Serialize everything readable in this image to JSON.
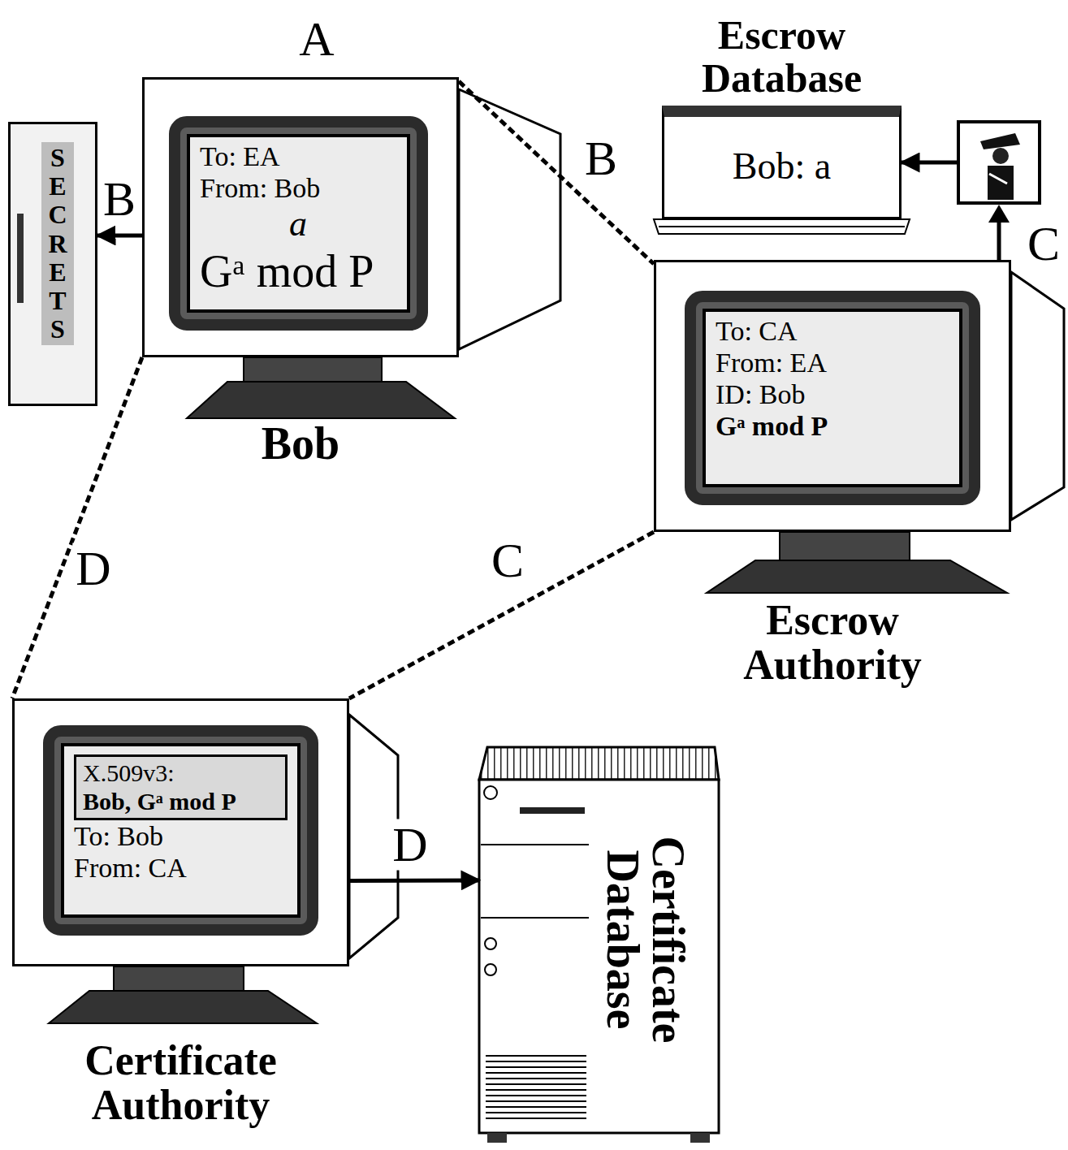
{
  "diagram": {
    "nodes": [
      {
        "text": [
          "To: EA",
          "From: Bob",
          "a",
          "Gᵃ mod P",
          "Bob"
        ]
      },
      {
        "text": [
          "SECRETS"
        ]
      },
      {
        "text": [
          "Escrow Database",
          "Bob: a"
        ]
      },
      {
        "text": [
          "To: CA",
          "From: EA",
          "ID: Bob",
          "Gᵃ mod P",
          "Escrow Authority"
        ]
      },
      {
        "text": [
          "To: Bob",
          "From: CA",
          "Certificate Authority"
        ]
      },
      {
        "text": [
          "X.509v3:",
          "Bob, Gᵃ mod P"
        ],
        "in": 4
      },
      {
        "text": [
          "Certificate Database"
        ]
      }
    ],
    "edges": [
      {
        "from": 0,
        "to": 1,
        "label": "B",
        "arrow": "to"
      },
      {
        "from": 0,
        "to": 3,
        "label": "B",
        "arrow": "none"
      },
      {
        "from": 3,
        "to": 2,
        "label": "C",
        "arrow": "to"
      },
      {
        "from": 3,
        "to": 4,
        "label": "C",
        "arrow": "none"
      },
      {
        "from": 0,
        "to": 4,
        "label": "D",
        "arrow": "none"
      },
      {
        "from": 4,
        "to": 6,
        "label": "D",
        "arrow": "to"
      }
    ],
    "labels": [
      "A"
    ]
  }
}
